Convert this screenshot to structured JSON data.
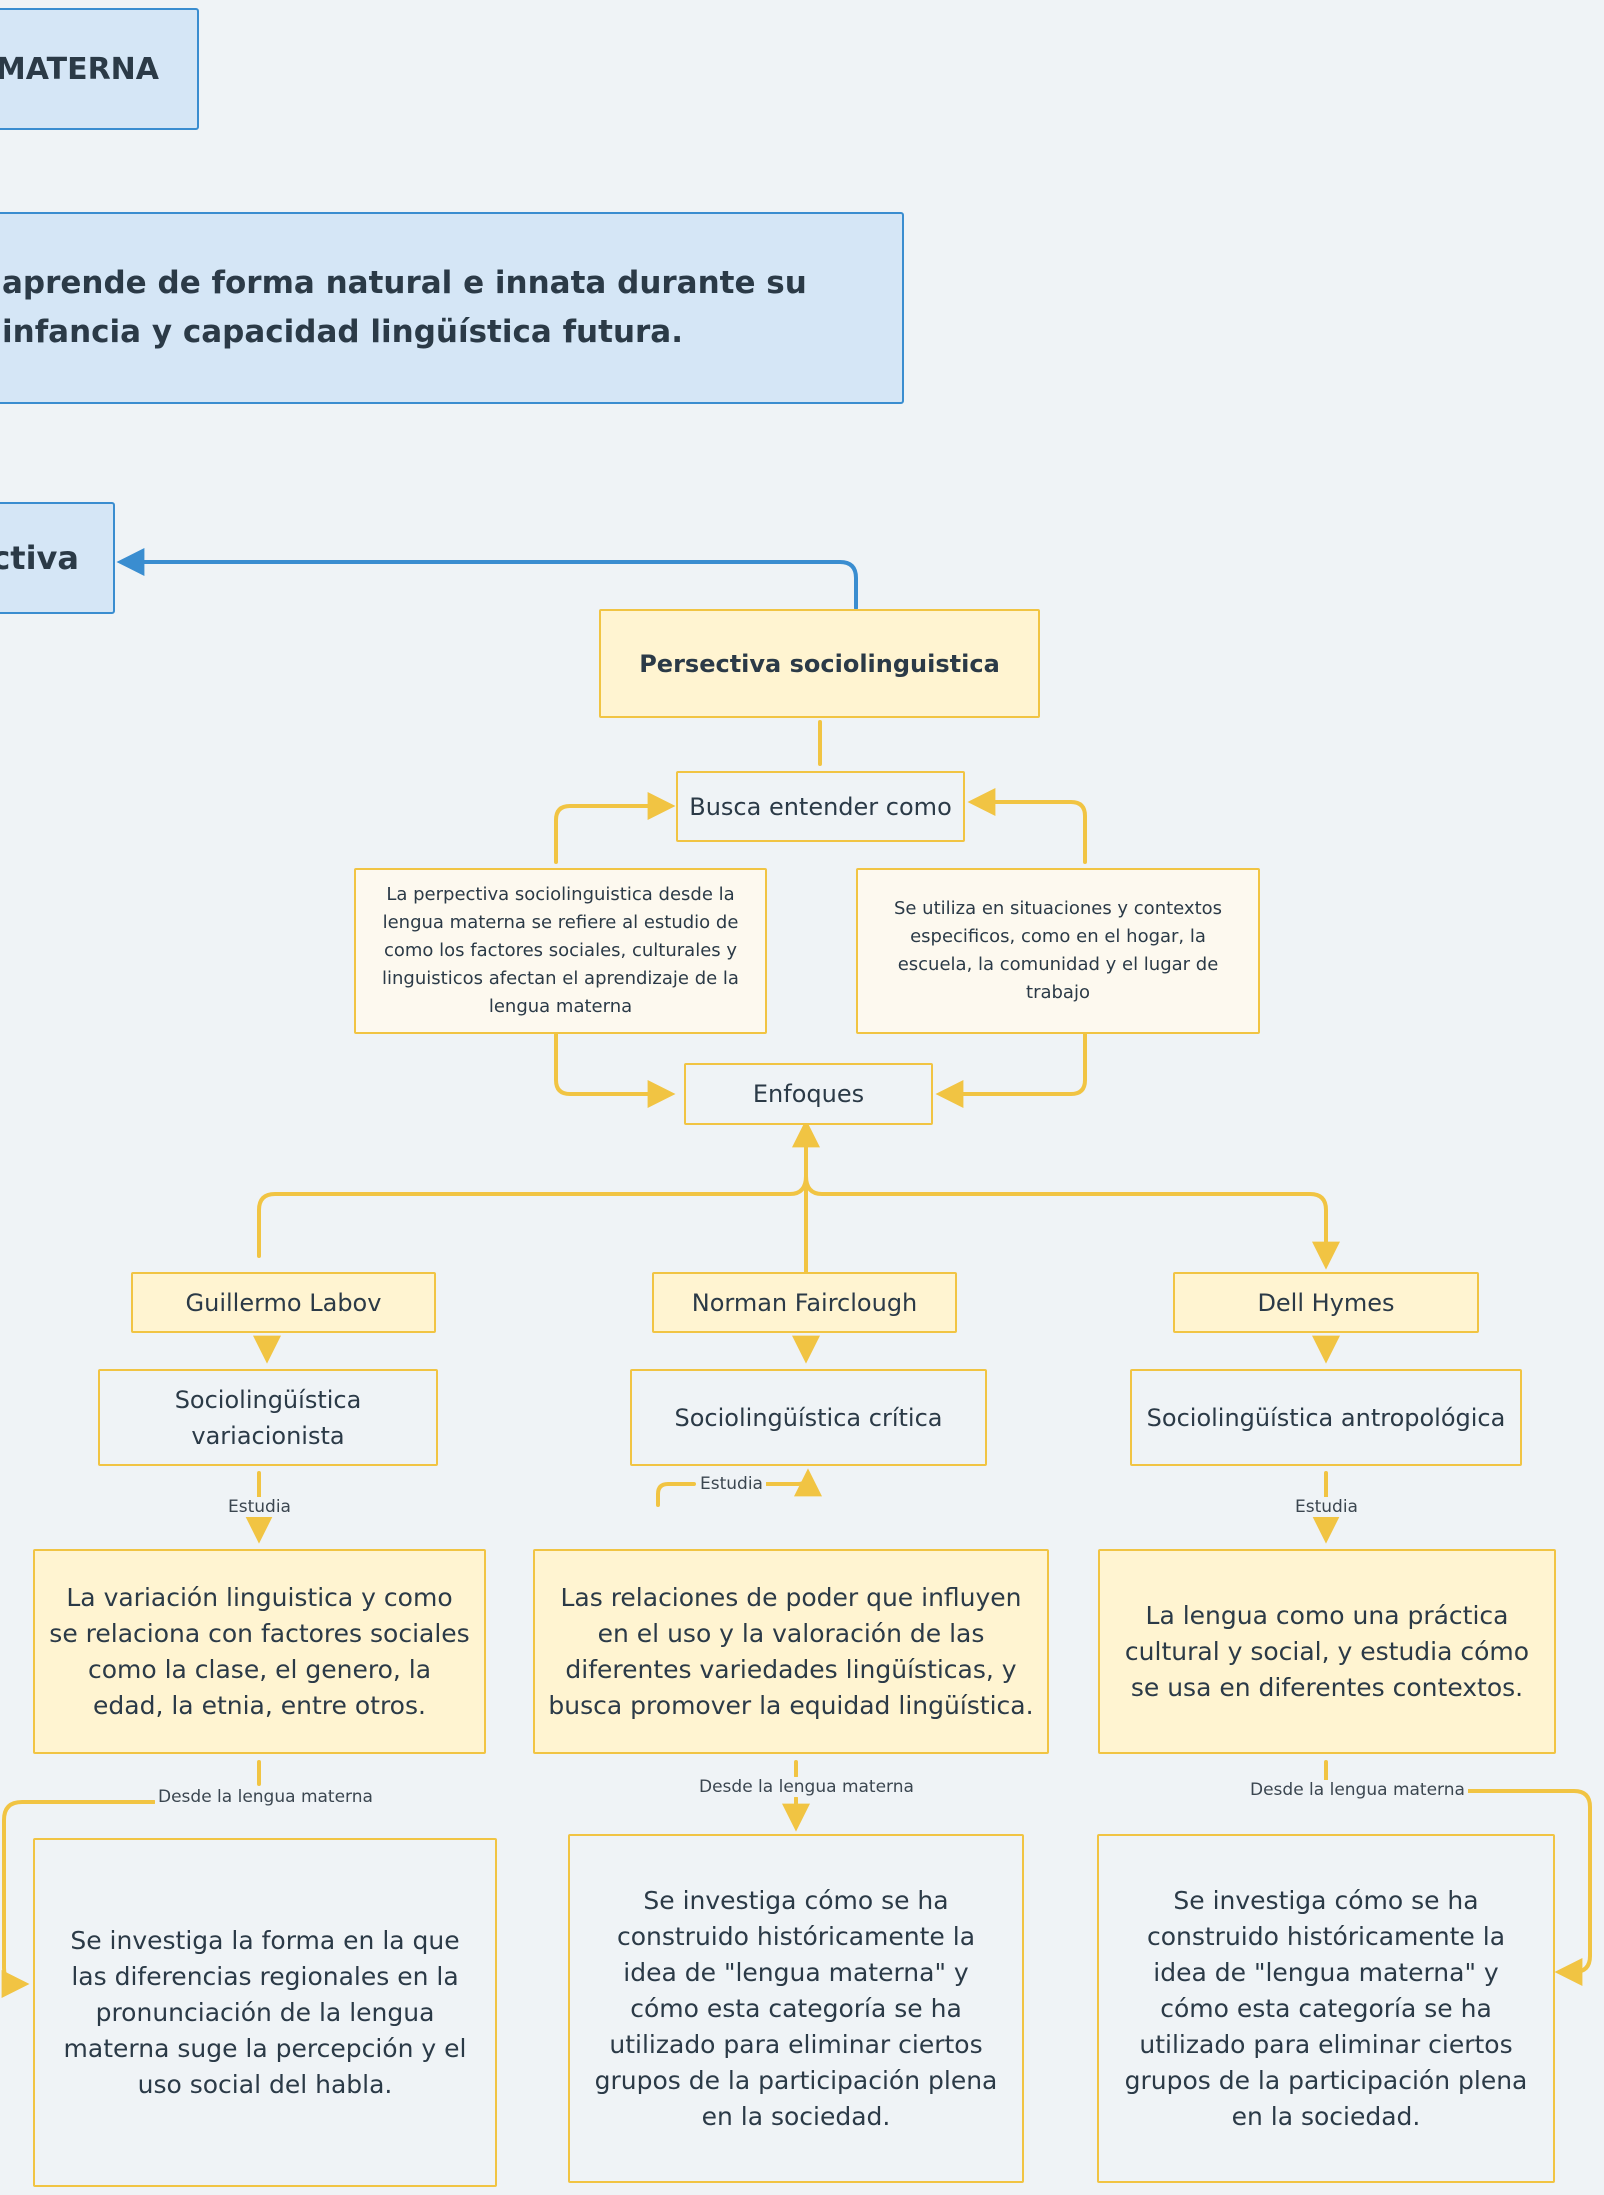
{
  "top": {
    "title": "MATERNA",
    "definition": "aprende de forma natural e innata durante su infancia y capacidad lingüística futura.",
    "perspective": "ectiva"
  },
  "diagram": {
    "main": "Persectiva sociolinguistica",
    "busca": "Busca entender como",
    "left_desc": "La perpectiva sociolinguistica desde la lengua materna se refiere al estudio de como los factores sociales, culturales y linguisticos afectan el aprendizaje de la lengua materna",
    "right_desc": "Se utiliza en situaciones y contextos especificos, como en el hogar, la escuela, la comunidad y el lugar de trabajo",
    "enfoques": "Enfoques",
    "columns": [
      {
        "author": "Guillermo Labov",
        "branch": "Sociolingüística variacionista",
        "estudia": "Estudia",
        "study": "La variación linguistica y como se relaciona con factores sociales como la clase, el genero, la edad, la etnia, entre otros.",
        "desde": "Desde la lengua materna",
        "result": "Se investiga la forma en la que las diferencias regionales en la pronunciación de la lengua materna suge la percepción y el uso social del habla."
      },
      {
        "author": "Norman Fairclough",
        "branch": "Sociolingüística crítica",
        "estudia": "Estudia",
        "study": "Las relaciones de poder que influyen en el uso y la valoración de las diferentes variedades lingüísticas, y busca promover la equidad lingüística.",
        "desde": "Desde la lengua materna",
        "result": "Se investiga cómo se ha construido históricamente la idea de \"lengua materna\" y cómo esta categoría se ha utilizado para eliminar ciertos grupos de la participación plena en la sociedad."
      },
      {
        "author": "Dell Hymes",
        "branch": "Sociolingüística antropológica",
        "estudia": "Estudia",
        "study": "La lengua como una práctica cultural y social, y estudia cómo se usa en diferentes contextos.",
        "desde": "Desde la lengua materna",
        "result": "Se investiga cómo se ha construido históricamente la idea de \"lengua materna\" y cómo esta categoría se ha utilizado para eliminar ciertos grupos de la participación plena en la sociedad."
      }
    ]
  },
  "colors": {
    "blue_border": "#3a8dd0",
    "blue_fill": "#d5e6f6",
    "yellow_line": "#f1c443",
    "yellow_fill": "#fff4d1",
    "background": "#eff3f6"
  }
}
